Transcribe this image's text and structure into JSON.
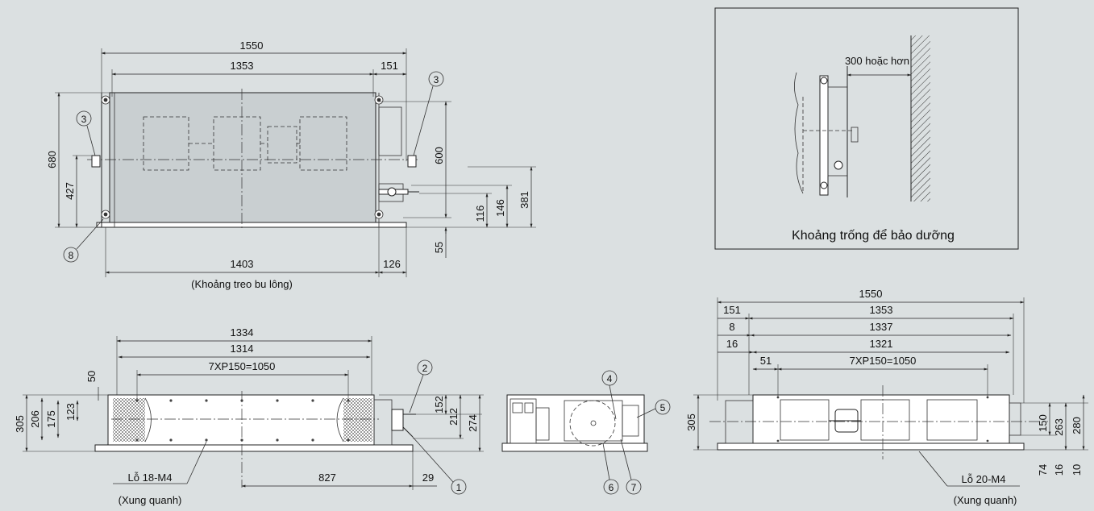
{
  "top_view": {
    "dims": {
      "overall_width": "1550",
      "body_width": "1353",
      "right_offset": "151",
      "height_overall": "680",
      "height_427": "427",
      "height_600": "600",
      "d116": "116",
      "d146": "146",
      "d381": "381",
      "d55": "55",
      "hang_width": "1403",
      "d126": "126"
    },
    "caption": "(Khoảng treo bu lông)",
    "callouts": [
      "3",
      "3",
      "8"
    ]
  },
  "front_view": {
    "dims": {
      "d1334": "1334",
      "d1314": "1314",
      "pitch": "7XP150=1050",
      "d50": "50",
      "d305": "305",
      "d206": "206",
      "d175": "175",
      "d123": "123",
      "d152": "152",
      "d212": "212",
      "d274": "274",
      "d827": "827",
      "d29": "29"
    },
    "hole_label": "Lỗ 18-M4",
    "hole_sub": "(Xung quanh)",
    "callouts": [
      "2",
      "1"
    ]
  },
  "side_view": {
    "callouts": [
      "4",
      "5",
      "6",
      "7"
    ]
  },
  "rear_view": {
    "dims": {
      "d1550": "1550",
      "d151": "151",
      "d1353": "1353",
      "d8": "8",
      "d1337": "1337",
      "d16": "16",
      "d1321": "1321",
      "d51": "51",
      "pitch": "7XP150=1050",
      "d305": "305",
      "d150": "150",
      "d263": "263",
      "d280": "280",
      "d74": "74",
      "d16b": "16",
      "d10": "10"
    },
    "hole_label": "Lỗ 20-M4",
    "hole_sub": "(Xung quanh)"
  },
  "clearance": {
    "distance": "300 hoặc hơn",
    "caption": "Khoảng trống để bảo dưỡng"
  }
}
